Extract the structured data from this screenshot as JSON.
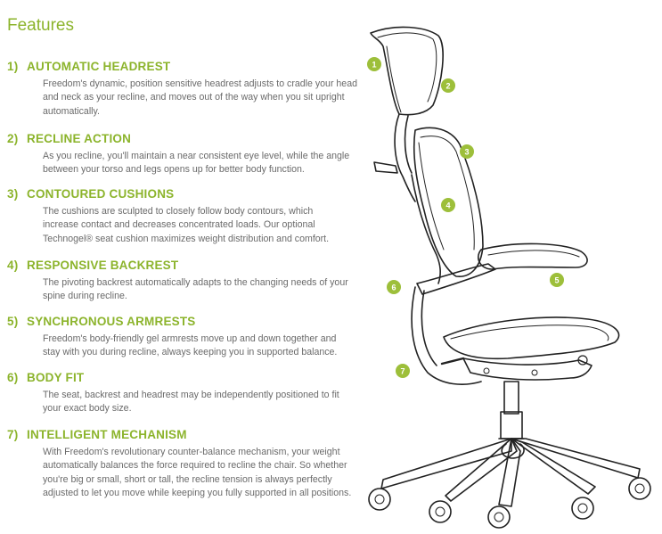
{
  "page": {
    "title": "Features"
  },
  "colors": {
    "accent": "#8cb42c",
    "body_text": "#6a6a6a",
    "marker": "#9dbf3a"
  },
  "features": [
    {
      "number": "1)",
      "heading": "AUTOMATIC HEADREST",
      "lines": [
        "Freedom's dynamic, position sensitive headrest adjusts to cradle your head",
        "and neck as your recline, and moves out of the way when you sit upright",
        "automatically."
      ]
    },
    {
      "number": "2)",
      "heading": "RECLINE ACTION",
      "lines": [
        "As you recline, you'll maintain a near consistent eye level, while the angle",
        "between your torso and legs opens up for better body function."
      ]
    },
    {
      "number": "3)",
      "heading": "CONTOURED CUSHIONS",
      "lines": [
        "The cushions are sculpted to closely follow body contours, which",
        "increase contact and decreases concentrated loads. Our optional",
        "Technogel® seat cushion maximizes weight distribution and comfort."
      ]
    },
    {
      "number": "4)",
      "heading": "RESPONSIVE BACKREST",
      "lines": [
        "The pivoting backrest automatically adapts to the changing needs of your",
        "spine during recline."
      ]
    },
    {
      "number": "5)",
      "heading": "SYNCHRONOUS ARMRESTS",
      "lines": [
        "Freedom's body-friendly gel armrests move up and down together and",
        "stay with you during recline, always keeping you in supported balance."
      ]
    },
    {
      "number": "6)",
      "heading": "BODY FIT",
      "lines": [
        "The seat, backrest and headrest may be independently positioned to fit",
        "your exact body size."
      ]
    },
    {
      "number": "7)",
      "heading": "INTELLIGENT MECHANISM",
      "lines": [
        "With Freedom's revolutionary counter-balance mechanism, your weight",
        "automatically balances the force required to recline the chair.  So whether",
        "you're big or small, short or tall, the recline tension is always perfectly",
        "adjusted to let you move while keeping you fully supported in all positions."
      ]
    }
  ],
  "diagram": {
    "markers": [
      "1",
      "2",
      "3",
      "4",
      "5",
      "6",
      "7"
    ]
  }
}
